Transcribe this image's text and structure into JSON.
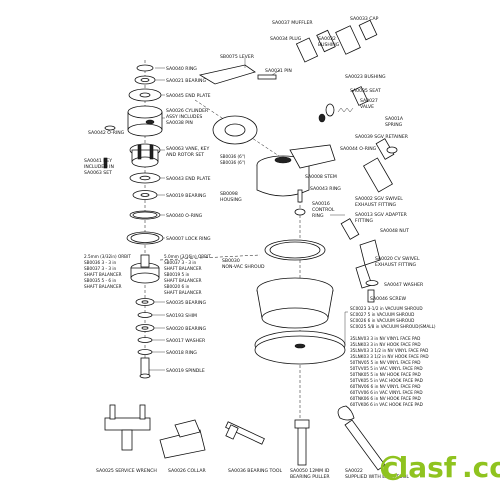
{
  "diagram": {
    "labels": {
      "sa0037": "SA0037 MUFFLER",
      "sa0033": "SA0033 CAP",
      "sa0032": "SA0032",
      "bushing": "BUSHING",
      "sa0034": "SA0034 PLUG",
      "sa0031": "SA0031 PIN",
      "sb0075": "SB0075 LEVER",
      "sa0040": "SA0040 RING",
      "sa0021": "SA0021 BEARING",
      "sa0045": "SA0045 END PLATE",
      "sa0026a": "SA0026 CYLINDER",
      "sa0026b": "ASSY INCLUDES",
      "sa0026c": "SA0038 PIN",
      "sa0042": "SA0042 O-RING",
      "sa0023": "SA0023 BUSHING",
      "sa0035": "SA0035 SEAT",
      "sa0027": "SA0027",
      "valve": "VALVE",
      "sa001a": "SA001A",
      "spring": "SPRING",
      "sa0039": "SA0039 SGV RETAINER",
      "sa0044": "SA0044 O-RING",
      "sa0063a": "SA0063 VANE, KEY",
      "sa0063b": "AND ROTOR SET",
      "sa0041a": "SA0041 KEY",
      "sa0041b": "INCLUDED IN",
      "sa0041c": "SA0063 SET",
      "sb0036a": "SB0036 (6\")",
      "sb0036b": "SB0036 (6\")",
      "sa0043": "SA0043 END PLATE",
      "sa0008": "SA0008 STEM",
      "sa0043r": "SA0043 RING",
      "sa0002": "SA0002 SGV SWIVEL",
      "exhaust": "EXHAUST FITTING",
      "sa0019": "SA0019 BEARING",
      "sb0098a": "SB0098",
      "sb0098b": "HOUSING",
      "sa0016a": "SA0016",
      "sa0016b": "CONTROL",
      "sa0016c": "RING",
      "sa0013": "SA0013 SGV ADAPTER",
      "sa0013b": "FITTING",
      "sa0040o": "SA0040 O-RING",
      "sa0048": "SA0048 NUT",
      "sa0007": "SA0007 LOCK RING",
      "sa0020a": "SA0020 CV SWIVEL",
      "sa0020b": "EXHAUST FITTING",
      "sa0047": "SA0047 WASHER",
      "sb0030": "SB0030",
      "nonvac": "NON-VAC SHROUD",
      "sa0046": "SA0046 SCREW",
      "bal1a": "2.5mm (3/32in) ORBIT",
      "bal1b": "SB0036  3 - 3 in",
      "bal1c": "SB0037  3 - 3 in",
      "bal1d": "SHAFT BALANCER",
      "bal1e": "SB0035  5 - 6 in",
      "bal1f": "SHAFT BALANCER",
      "bal2a": "5.0mm (3/16in) ORBIT",
      "bal2b": "SB0037  3 - 3 in",
      "bal2c": "SHAFT BALANCER",
      "bal2d": "SB0019  5 in",
      "bal2e": "SHAFT BALANCER",
      "bal2f": "SB0020  6 in",
      "bal2g": "SHAFT BALANCER",
      "sa0035b": "SA0035 BEARING",
      "sa0193": "SA0193 SHIM",
      "sa0020": "SA0020 BEARING",
      "sa0017": "SA0017 WASHER",
      "sa0018": "SA0018 RING",
      "sa0019s": "SA0019 SPINDLE",
      "sc0023": "SC0023  3-1/2 in VACUUM SHROUD",
      "sc0027": "SC0027  5 in VACUUM SHROUD",
      "sc0026": "SC0026  6 in VACUUM SHROUD",
      "sc0025": "SC0025  5/8 in VACUUM SHROUD(SMALL)",
      "pad1": "35LNV03  3 in NV VINYL FACE PAD",
      "pad2": "35LNK03  3 in NV HOOK FACE PAD",
      "pad3": "35LNV03  3 1/2 in NV VINYL FACE PAD",
      "pad4": "35LNK03  3 1/2 in NV HOOK FACE PAD",
      "pad5": "50TNV05  5 in NV VINYL FACE PAD",
      "pad6": "50TVV05  5 in VAC VINYL FACE PAD",
      "pad7": "50TNK05  5 in NV HOOK FACE PAD",
      "pad8": "50TVK05  5 in VAC HOOK FACE PAD",
      "pad9": "60TNV06  6 in NV VINYL FACE PAD",
      "pad10": "60TVV06  6 in VAC VINYL FACE PAD",
      "pad11": "60TNK06  6 in NV HOOK FACE PAD",
      "pad12": "60TVK06  6 in VAC HOOK FACE PAD",
      "tool1": "SA0025 SERVICE WRENCH",
      "tool2": "SA0026 COLLAR",
      "tool3": "SA0036 BEARING TOOL",
      "tool4a": "SA0050 12MM ID",
      "tool4b": "BEARING PULLER",
      "tool5a": "SA0022",
      "tool5b": "SUPPLIED WITH EACH TOOL"
    },
    "watermark": "clasf",
    "watermark_domain": ".com"
  }
}
